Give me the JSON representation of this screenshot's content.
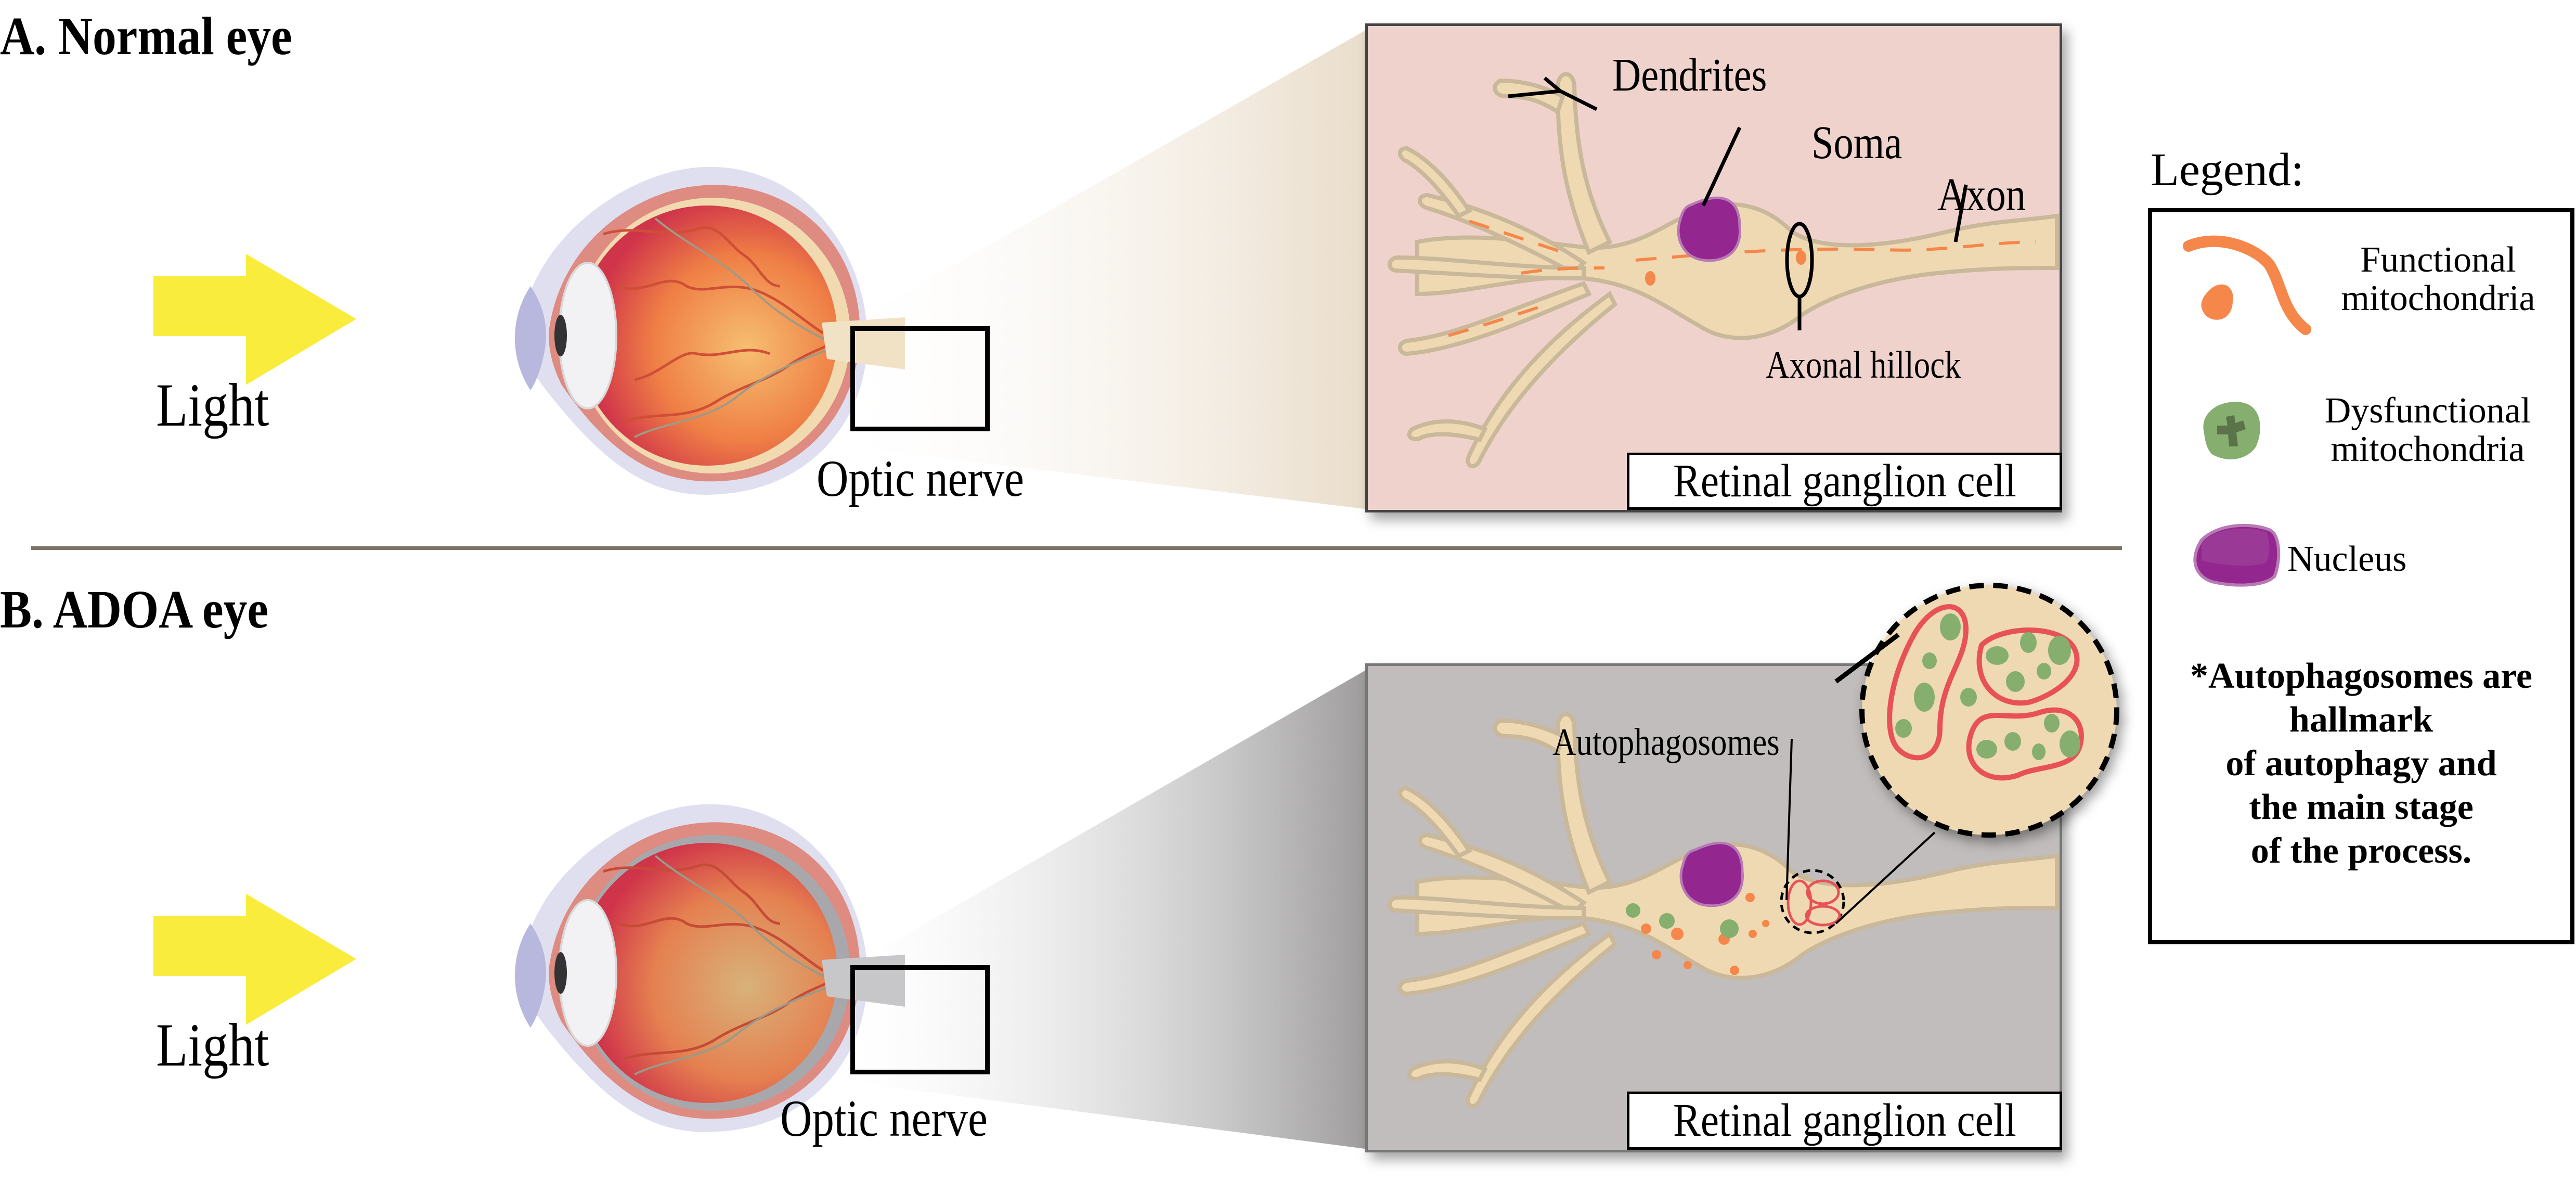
{
  "panel_a": {
    "title": "A. Normal eye",
    "light_label": "Light",
    "optic_nerve_label": "Optic nerve",
    "cell_box_label": "Retinal ganglion cell",
    "cell_labels": {
      "dendrites": "Dendrites",
      "soma": "Soma",
      "axon": "Axon",
      "axonal_hillock": "Axonal hillock"
    },
    "background_color": "#f0d2cd"
  },
  "panel_b": {
    "title": "B. ADOA eye",
    "light_label": "Light",
    "optic_nerve_label": "Optic nerve",
    "cell_box_label": "Retinal ganglion cell",
    "cell_labels": {
      "autophagosomes": "Autophagosomes"
    },
    "background_color": "#c1bdbc"
  },
  "legend": {
    "title": "Legend:",
    "items": [
      {
        "icon": "functional-mitochondria-icon",
        "label_line1": "Functional",
        "label_line2": "mitochondria",
        "color": "#f5874a"
      },
      {
        "icon": "dysfunctional-mitochondria-icon",
        "label_line1": "Dysfunctional",
        "label_line2": "mitochondria",
        "color": "#85ae6f"
      },
      {
        "icon": "nucleus-icon",
        "label_line1": "Nucleus",
        "label_line2": "",
        "color": "#93268f"
      }
    ],
    "note_lines": [
      "*Autophagosomes are",
      "hallmark",
      "of autophagy and",
      "the main stage",
      "of the process."
    ]
  },
  "colors": {
    "light_arrow": "#f9ec3c",
    "cytoplasm": "#efd9b3",
    "membrane": "#c9b899",
    "autophagosome_membrane": "#e85156"
  }
}
